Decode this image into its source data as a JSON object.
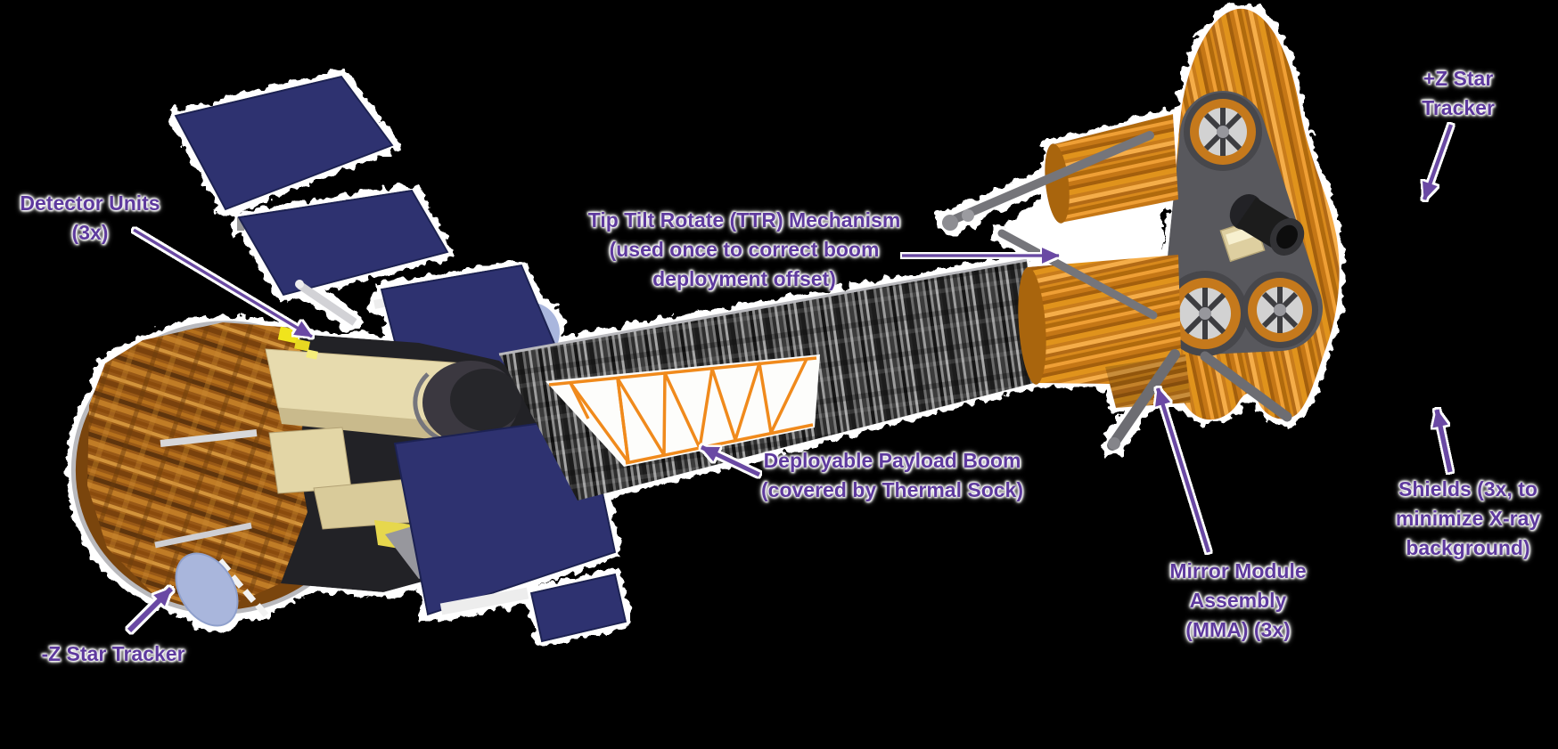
{
  "diagram": {
    "background_color": "#000000",
    "label_color": "#5e3a9e",
    "arrow_color": "#6b49a4",
    "palette": {
      "solar_panel_navy": "#2e326f",
      "thermal_sock_gray": "#555555",
      "truss_orange": "#f08a1e",
      "mma_orange": "#d6861a",
      "bus_copper_mli": "#985915",
      "star_tracker_aperture_blue": "#a9b6dc",
      "detector_bench_beige": "#e7dbae",
      "halo_white": "#ffffff"
    },
    "labels": {
      "detector_units": {
        "lines": [
          "Detector Units",
          "(3x)"
        ]
      },
      "ttr": {
        "lines": [
          "Tip Tilt Rotate (TTR) Mechanism",
          "(used once to correct boom",
          "deployment offset)"
        ]
      },
      "z_plus_tracker": {
        "lines": [
          "+Z Star",
          "Tracker"
        ]
      },
      "payload_boom": {
        "lines": [
          "Deployable Payload Boom",
          "(covered by Thermal Sock)"
        ]
      },
      "mma": {
        "lines": [
          "Mirror Module",
          "Assembly",
          "(MMA) (3x)"
        ]
      },
      "shields": {
        "lines": [
          "Shields (3x, to",
          "minimize X-ray",
          "background)"
        ]
      },
      "z_minus_tracker": {
        "lines": [
          "-Z Star Tracker"
        ]
      }
    }
  }
}
